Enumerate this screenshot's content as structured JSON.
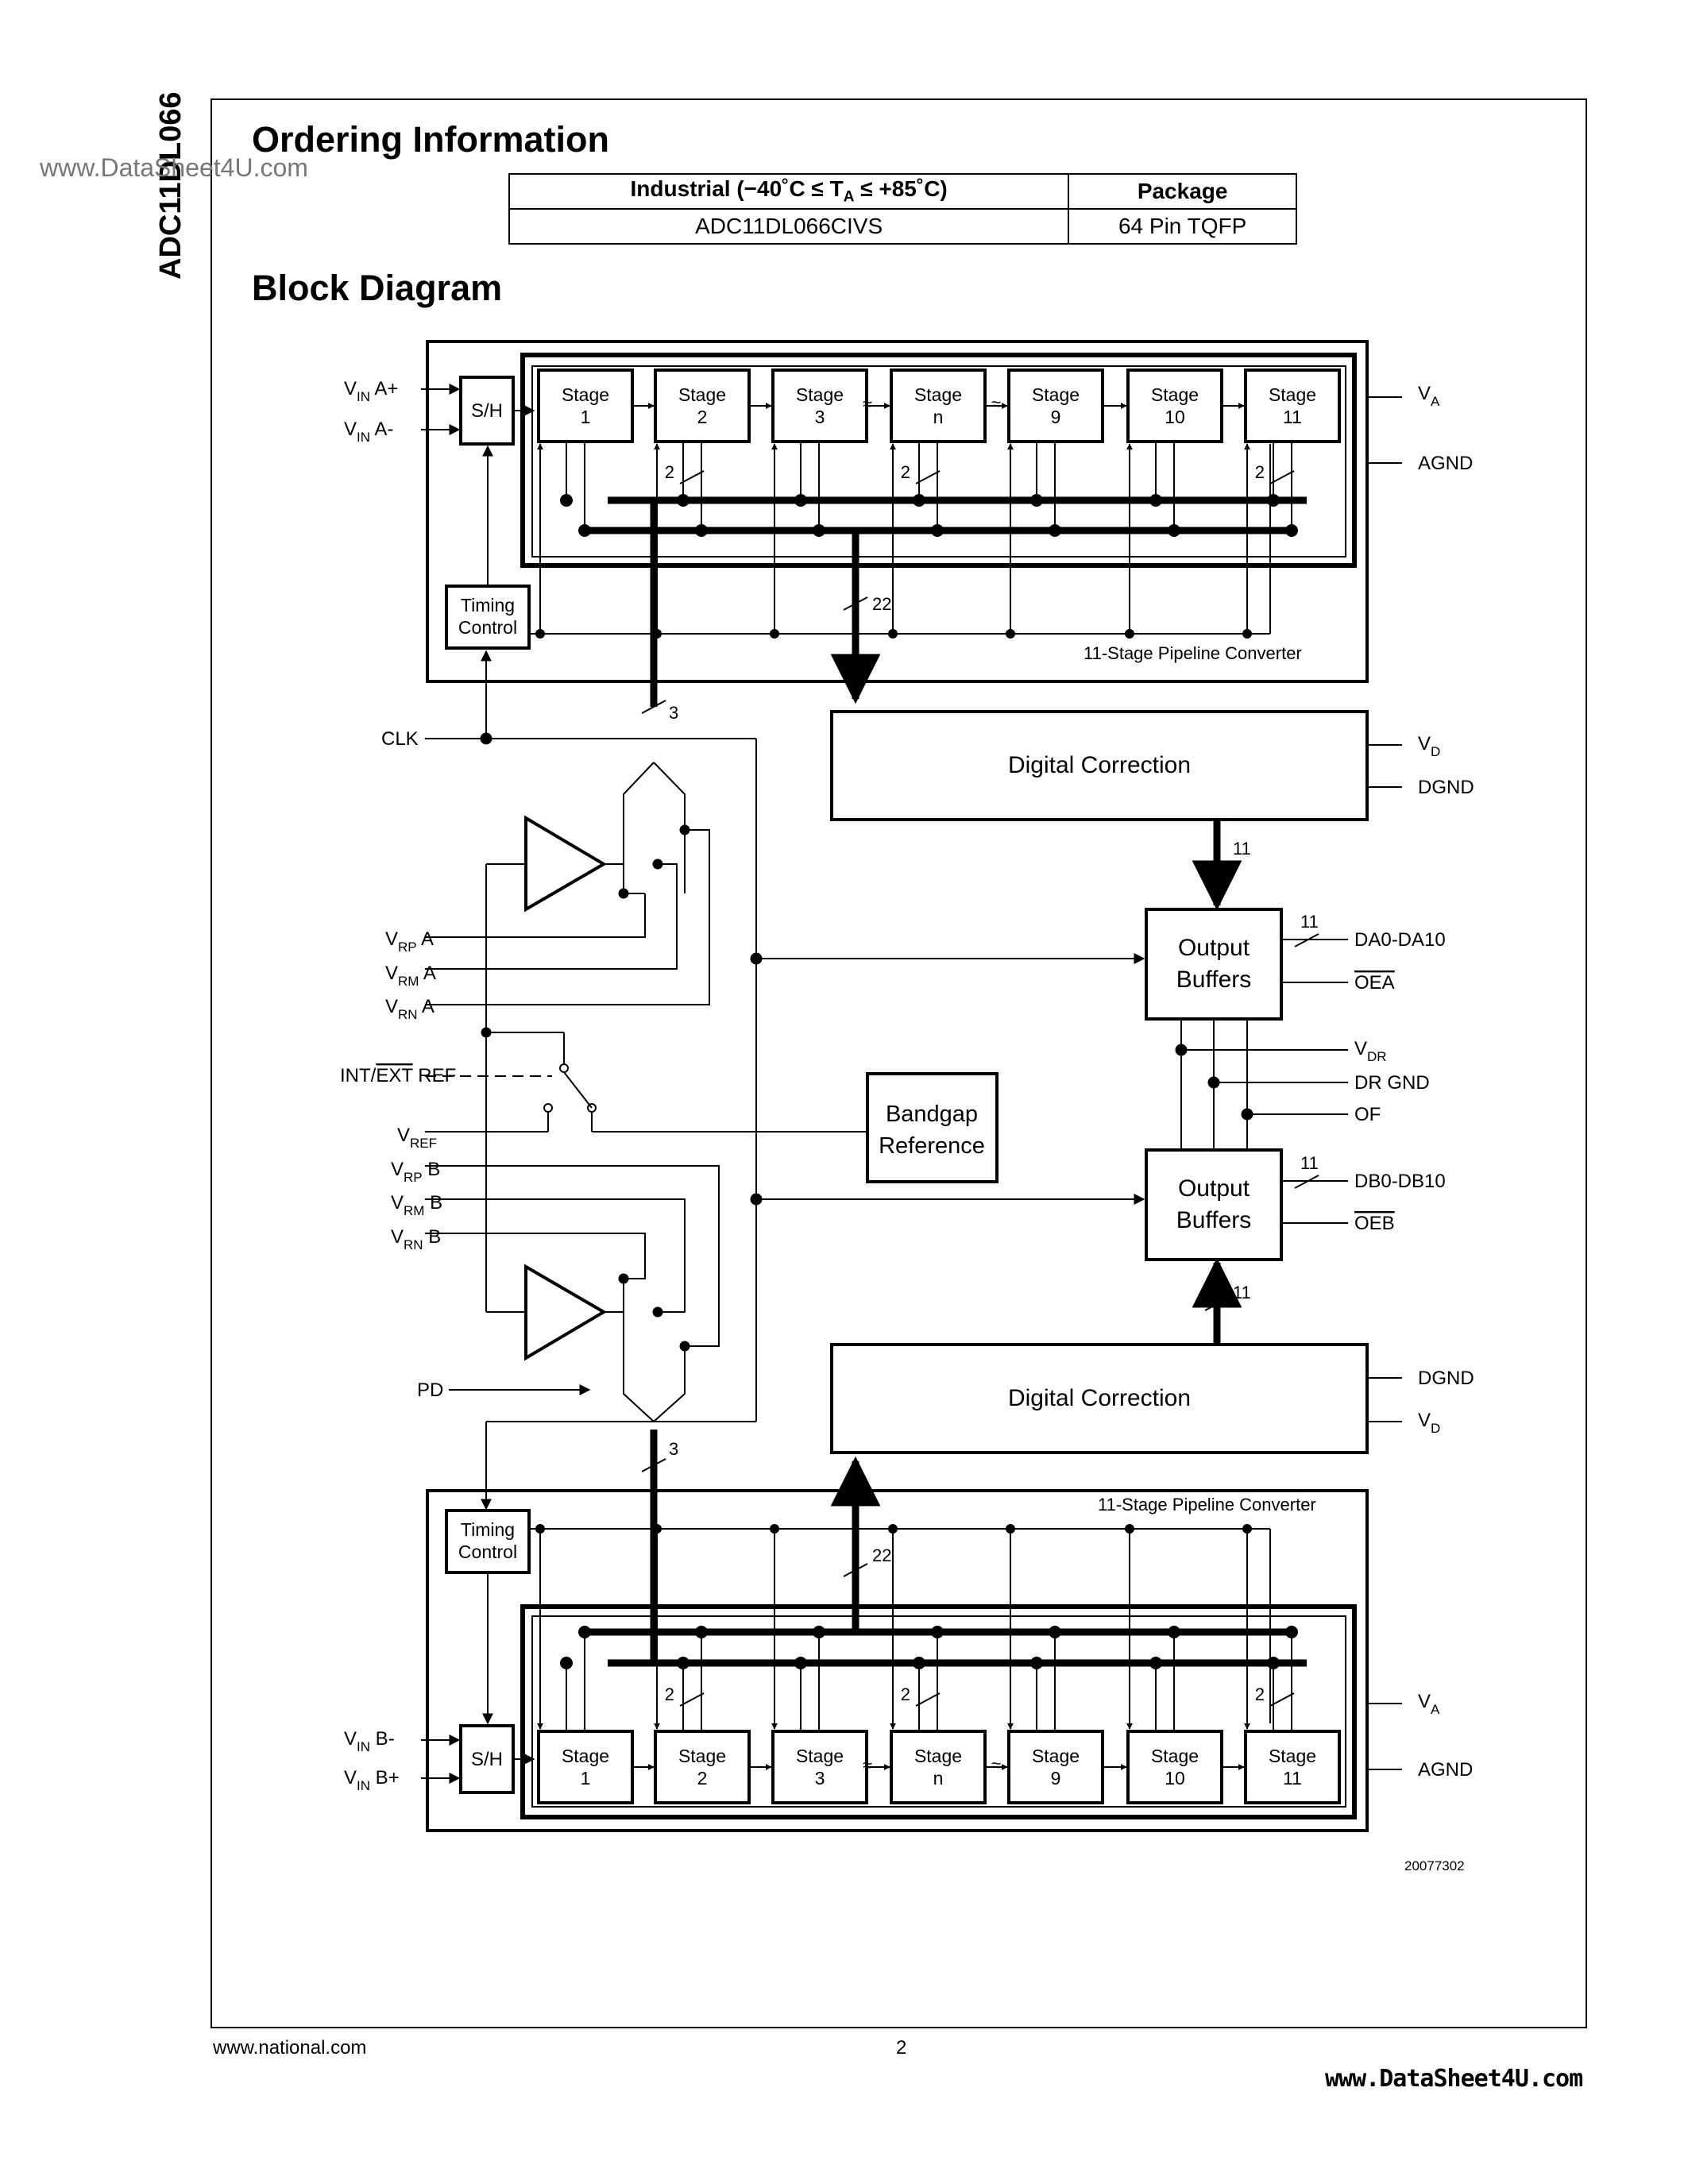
{
  "side_title": "ADC11DL066",
  "watermark_top": "www.DataSheet4U.com",
  "ordering": {
    "title": "Ordering Information",
    "header_industrial": "Industrial (−40˚C ≤ TA ≤ +85˚C)",
    "header_package": "Package",
    "part_number": "ADC11DL066CIVS",
    "package": "64 Pin TQFP"
  },
  "block_diagram": {
    "title": "Block Diagram",
    "top": {
      "vin_plus": "VIN A+",
      "vin_minus": "VIN A-",
      "pipeline_label": "11-Stage Pipeline Converter",
      "va": "VA",
      "agnd": "AGND",
      "digital_correction": "Digital Correction",
      "vd": "VD",
      "dgnd": "DGND"
    },
    "bottom": {
      "vin_minus": "VIN B-",
      "vin_plus": "VIN B+",
      "pipeline_label": "11-Stage Pipeline Converter",
      "va": "VA",
      "agnd": "AGND",
      "digital_correction": "Digital Correction",
      "vd": "VD",
      "dgnd": "DGND"
    },
    "sh": "S/H",
    "timing_control_1": "Timing",
    "timing_control_2": "Control",
    "stage_word": "Stage",
    "stages": [
      "1",
      "2",
      "3",
      "n",
      "9",
      "10",
      "11"
    ],
    "bus_widths": {
      "two": "2",
      "twentytwo": "22",
      "three": "3",
      "eleven": "11"
    },
    "clk": "CLK",
    "vrp_a": "VRP A",
    "vrm_a": "VRM A",
    "vrn_a": "VRN A",
    "int_ext_ref": "INT/EXT REF",
    "vref": "VREF",
    "vrp_b": "VRP B",
    "vrm_b": "VRM B",
    "vrn_b": "VRN B",
    "pd": "PD",
    "bandgap_1": "Bandgap",
    "bandgap_2": "Reference",
    "output_buffers_1": "Output",
    "output_buffers_2": "Buffers",
    "da": "DA0-DA10",
    "oea": "OEA",
    "vdr": "VDR",
    "dr_gnd": "DR GND",
    "of": "OF",
    "db": "DB0-DB10",
    "oeb": "OEB",
    "figure_id": "20077302"
  },
  "footer": {
    "left": "www.national.com",
    "page": "2",
    "right": "www.DataSheet4U.com"
  }
}
